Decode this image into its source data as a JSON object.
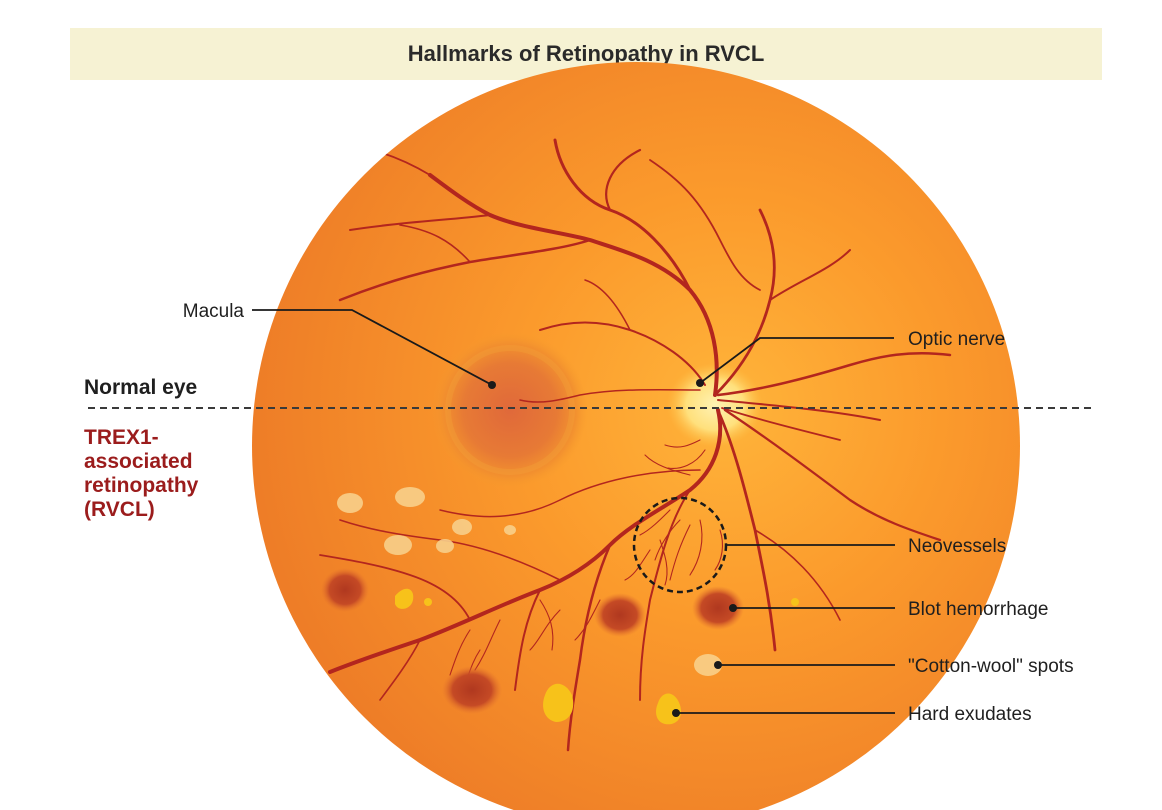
{
  "title": "Hallmarks of Retinopathy in RVCL",
  "sections": {
    "normal": "Normal eye",
    "trex": [
      "TREX1-",
      "associated",
      "retinopathy",
      "(RVCL)"
    ]
  },
  "labels": {
    "macula": "Macula",
    "optic_nerve": "Optic nerve",
    "neovessels": "Neovessels",
    "blot_hemorrhage": "Blot hemorrhage",
    "cotton_wool": "\"Cotton-wool\" spots",
    "hard_exudates": "Hard exudates"
  },
  "colors": {
    "title_bar": "#f6f2d3",
    "fundus": "#f28a2a",
    "vessel": "#b3261e",
    "trex_text": "#9b1c1c",
    "optic_disc": "#ffe48a",
    "exudate": "#f7c21a",
    "cotton_wool": "#f8cf8a"
  }
}
